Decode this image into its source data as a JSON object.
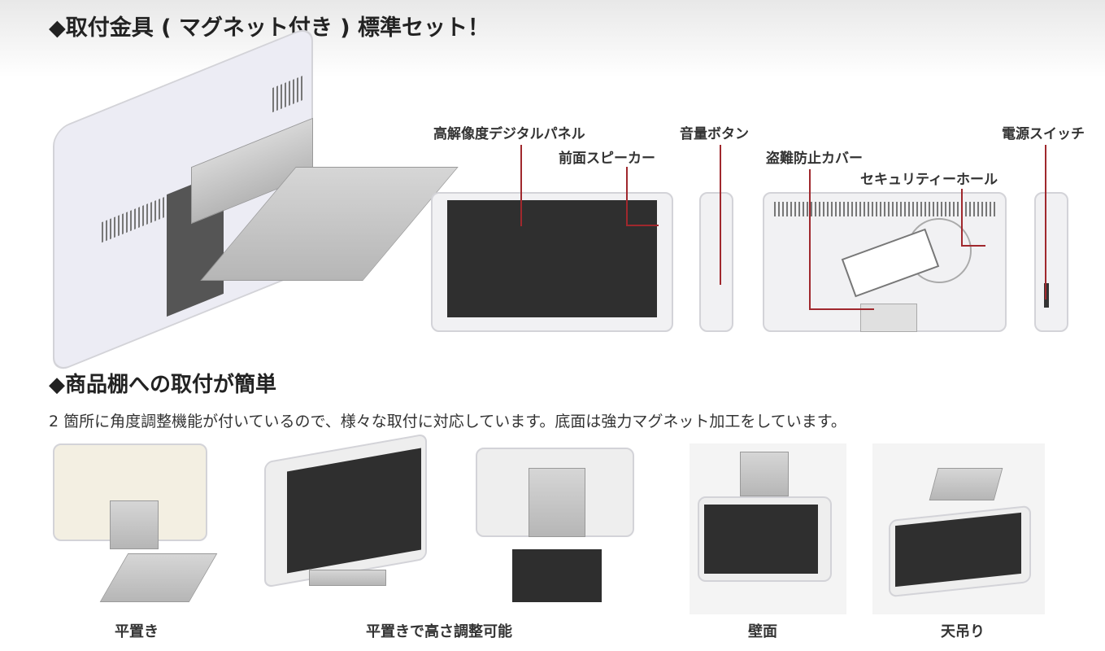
{
  "heading1": "◆取付金具 ( マグネット付き ) 標準セット！",
  "callouts": {
    "panel": "高解像度デジタルパネル",
    "speaker": "前面スピーカー",
    "volume": "音量ボタン",
    "cover": "盗難防止カバー",
    "security": "セキュリティーホール",
    "power": "電源スイッチ"
  },
  "heading2": "◆商品棚への取付が簡単",
  "description": "2 箇所に角度調整機能が付いているので、様々な取付に対応しています。底面は強力マグネット加工をしています。",
  "captions": [
    "平置き",
    "平置きで高さ調整可能",
    "壁面",
    "天吊り"
  ],
  "colors": {
    "callout_line": "#a0282d",
    "screen": "#2f2f2f"
  }
}
